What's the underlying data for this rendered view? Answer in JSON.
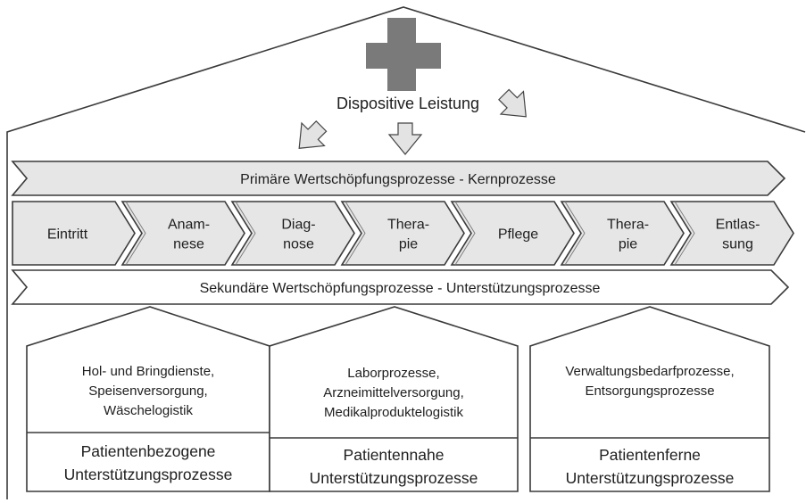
{
  "header": {
    "label": "Dispositive Leistung",
    "cross_icon": "medical-cross-icon"
  },
  "primary_banner": "Primäre Wertschöpfungsprozesse - Kernprozesse",
  "process_steps": [
    {
      "line1": "Eintritt",
      "line2": ""
    },
    {
      "line1": "Anam-",
      "line2": "nese"
    },
    {
      "line1": "Diag-",
      "line2": "nose"
    },
    {
      "line1": "Thera-",
      "line2": "pie"
    },
    {
      "line1": "Pflege",
      "line2": ""
    },
    {
      "line1": "Thera-",
      "line2": "pie"
    },
    {
      "line1": "Entlas-",
      "line2": "sung"
    }
  ],
  "secondary_banner": "Sekundäre Wertschöpfungsprozesse - Unterstützungsprozesse",
  "support_houses": [
    {
      "content": [
        "Hol- und Bringdienste,",
        "Speisenversorgung,",
        "Wäschelogistik"
      ],
      "title": [
        "Patientenbezogene",
        "Unterstützungsprozesse"
      ]
    },
    {
      "content": [
        "Laborprozesse,",
        "Arzneimittelversorgung,",
        "Medikalproduktelogistik"
      ],
      "title": [
        "Patientennahe",
        "Unterstützungsprozesse"
      ]
    },
    {
      "content": [
        "Verwaltungsbedarfprozesse,",
        "Entsorgungsprozesse"
      ],
      "title": [
        "Patientenferne",
        "Unterstützungsprozesse"
      ]
    }
  ],
  "colors": {
    "fill_light": "#e6e6e6",
    "cross": "#7a7a7a",
    "outline": "#3a3a3a"
  }
}
